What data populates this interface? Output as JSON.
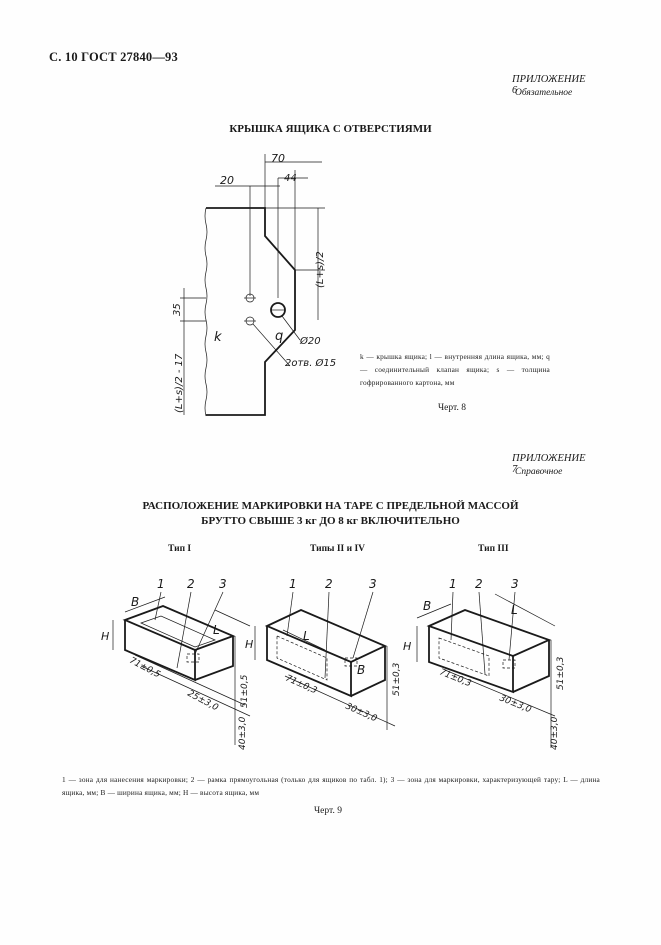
{
  "header": "С. 10 ГОСТ 27840—93",
  "appendix6": {
    "label": "ПРИЛОЖЕНИЕ 6",
    "status": "Обязательное"
  },
  "figure8": {
    "title": "КРЫШКА ЯЩИКА С ОТВЕРСТИЯМИ",
    "dims": {
      "d70": "70",
      "d20": "20",
      "d44": "44",
      "d35": "35",
      "top_half": "(L+s)/2",
      "bottom_half": "(L+s)/2 - 17",
      "hole_big": "Ø20",
      "holes_small": "2отв. Ø15"
    },
    "labels": {
      "k": "k",
      "q": "q"
    },
    "legend": "k — крышка ящика; l — внутренняя длина ящика, мм; q — соединительный клапан ящика; s — толщина гофрированного картона, мм",
    "caption": "Черт. 8"
  },
  "appendix7": {
    "label": "ПРИЛОЖЕНИЕ 7",
    "status": "Справочное"
  },
  "figure9": {
    "title_line1": "РАСПОЛОЖЕНИЕ МАРКИРОВКИ НА ТАРЕ С ПРЕДЕЛЬНОЙ МАССОЙ",
    "title_line2": "БРУТТО СВЫШЕ 3 кг ДО 8 кг ВКЛЮЧИТЕЛЬНО",
    "types": [
      "Тип I",
      "Типы II и IV",
      "Тип III"
    ],
    "callouts": [
      "1",
      "2",
      "3"
    ],
    "box_labels": {
      "B": "B",
      "L": "L",
      "H": "H"
    },
    "dims_type1": [
      "71±0,5",
      "25±3,0",
      "51±0,5",
      "40±3,0"
    ],
    "dims_type2": [
      "71±0,3",
      "30±3,0",
      "51±0,3"
    ],
    "dims_type3": [
      "71±0,3",
      "30±3,0",
      "51±0,3",
      "40±3,0"
    ],
    "legend": "1 — зона для нанесения маркировки; 2 — рамка прямоугольная (только для ящиков по табл. 1); 3 — зона для маркировки, характеризующей тару; L — длина ящика, мм; B — ширина ящика, мм; H — высота ящика, мм",
    "caption": "Черт. 9"
  }
}
